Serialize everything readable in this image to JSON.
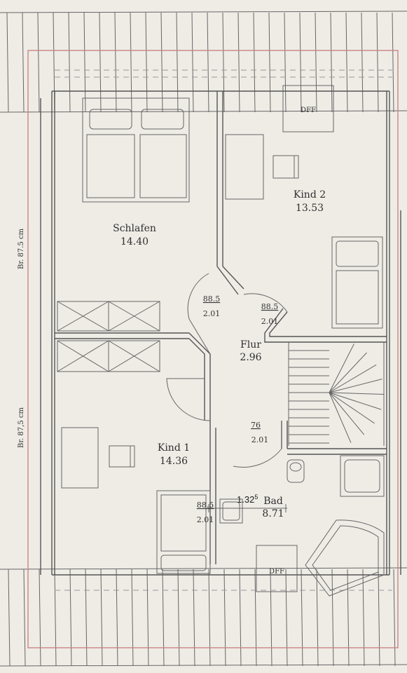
{
  "rooms": {
    "schlafen": {
      "name": "Schlafen",
      "area": "14.40"
    },
    "kind2": {
      "name": "Kind 2",
      "area": "13.53"
    },
    "flur": {
      "name": "Flur",
      "area": "2.96"
    },
    "kind1": {
      "name": "Kind 1",
      "area": "14.36"
    },
    "bad": {
      "name": "Bad",
      "area": "8.71"
    }
  },
  "doors": {
    "schlafen": {
      "width": "88.5",
      "height": "2.01"
    },
    "kind2": {
      "width": "88.5",
      "height": "2.01"
    },
    "kind1": {
      "width": "88.5",
      "height": "2.01"
    },
    "bad": {
      "width": "76",
      "height": "2.01"
    }
  },
  "dimension": {
    "base": "1.32",
    "sup": "5"
  },
  "windows": {
    "top": "DFF",
    "bottom": "DFF"
  },
  "side_labels": {
    "upper": "Br. 87.5 cm",
    "lower": "Br. 87,5 cm"
  },
  "colors": {
    "paper": "#efece6",
    "lines": "#555555",
    "boundary": "#c98585"
  }
}
